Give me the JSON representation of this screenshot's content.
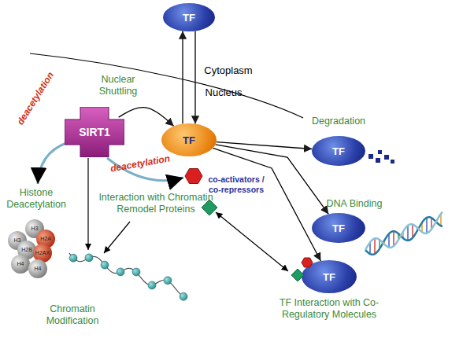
{
  "diagram": {
    "nodes": [
      {
        "text": [
          "TF"
        ]
      },
      {
        "text": [
          "SIRT1"
        ]
      },
      {
        "text": [
          "TF"
        ]
      },
      {
        "text": [
          "TF"
        ]
      },
      {
        "text": [
          "TF"
        ]
      },
      {
        "text": [
          "TF"
        ]
      }
    ],
    "edges": [
      {
        "from": 2,
        "to": 0,
        "arrow": "to"
      },
      {
        "from": 0,
        "to": 2,
        "arrow": "to"
      },
      {
        "from": 1,
        "to": 2,
        "arrow": "to"
      },
      {
        "from": 2,
        "to": 3,
        "arrow": "to"
      },
      {
        "from": 2,
        "to": 4,
        "arrow": "to"
      },
      {
        "from": 2,
        "to": 5,
        "arrow": "to"
      }
    ],
    "labels": [
      "Cytoplasm",
      "Nuclear Shuttling",
      "Nucleus",
      "Degradation",
      "deacetylation",
      "deacetylation",
      "Histone Deacetylation",
      "H3",
      "H3",
      "H2B",
      "H2A",
      "H2AX",
      "H4",
      "H4",
      "Interaction with Chromatin Remodel Proteins",
      "Chromatin Modification",
      "co-activators / co-repressors",
      "DNA Binding",
      "TF Interaction with Co-Regulatory Molecules"
    ]
  }
}
